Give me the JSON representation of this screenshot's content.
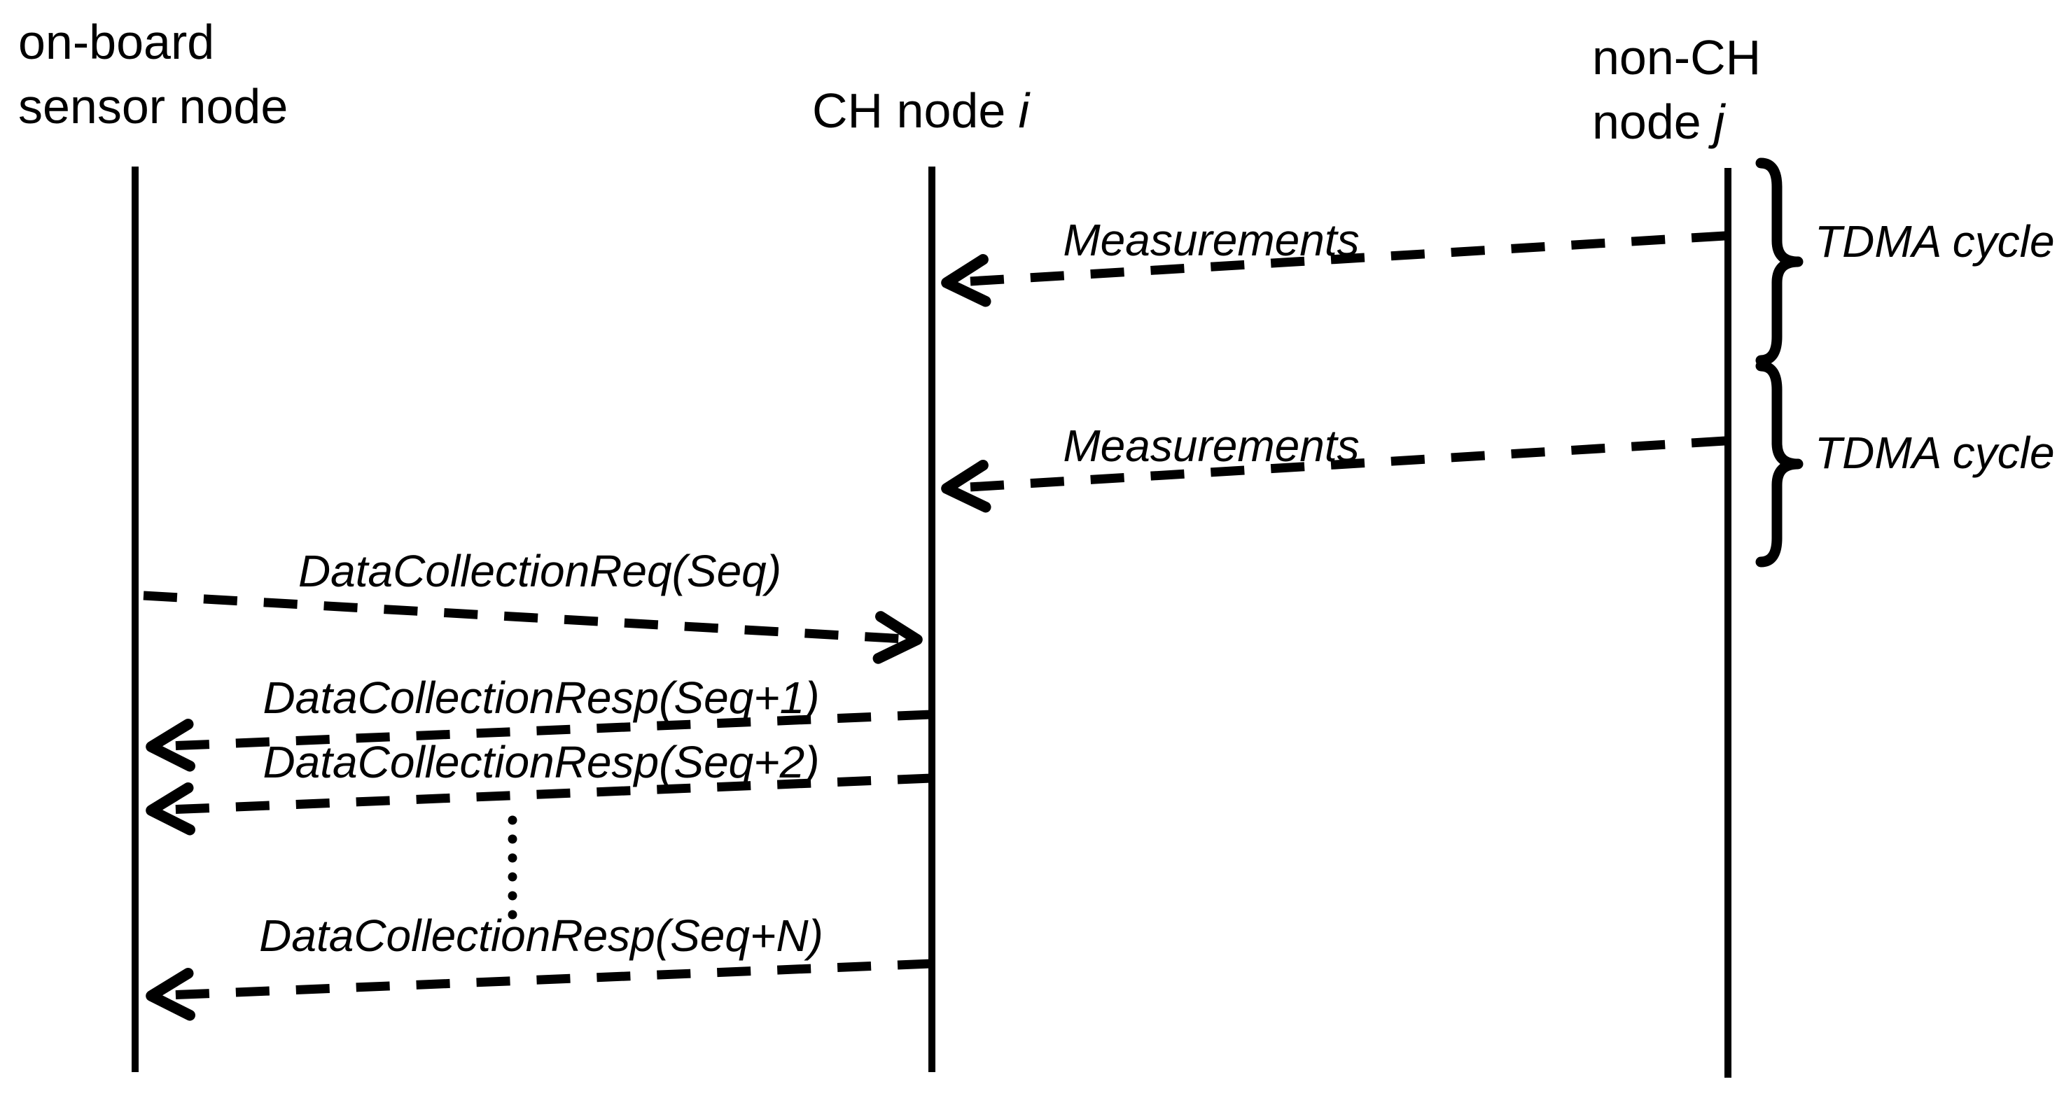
{
  "page": {
    "background": "#ffffff",
    "ink": "#000000"
  },
  "actors": {
    "sensor": {
      "line1": "on-board",
      "line2": "sensor node"
    },
    "ch": {
      "name": "CH node",
      "var": "i"
    },
    "nonch": {
      "line1": "non-CH",
      "line2_name": "node",
      "var": "j"
    }
  },
  "messages": {
    "measurements1": {
      "label": "Measurements",
      "from": "non-CH node j",
      "to": "CH node i",
      "style": "dashed"
    },
    "measurements2": {
      "label": "Measurements",
      "from": "non-CH node j",
      "to": "CH node i",
      "style": "dashed"
    },
    "req": {
      "label": "DataCollectionReq(Seq)",
      "from": "on-board sensor node",
      "to": "CH node i",
      "style": "dashed"
    },
    "resp1": {
      "label": "DataCollectionResp(Seq+1)",
      "from": "CH node i",
      "to": "on-board sensor node",
      "style": "dashed"
    },
    "resp2": {
      "label": "DataCollectionResp(Seq+2)",
      "from": "CH node i",
      "to": "on-board sensor node",
      "style": "dashed"
    },
    "respN": {
      "label": "DataCollectionResp(Seq+N)",
      "from": "CH node i",
      "to": "on-board sensor node",
      "style": "dashed"
    }
  },
  "annotations": {
    "tdma1": {
      "label": "TDMA cycle"
    },
    "tdma2": {
      "label": "TDMA cycle"
    }
  }
}
